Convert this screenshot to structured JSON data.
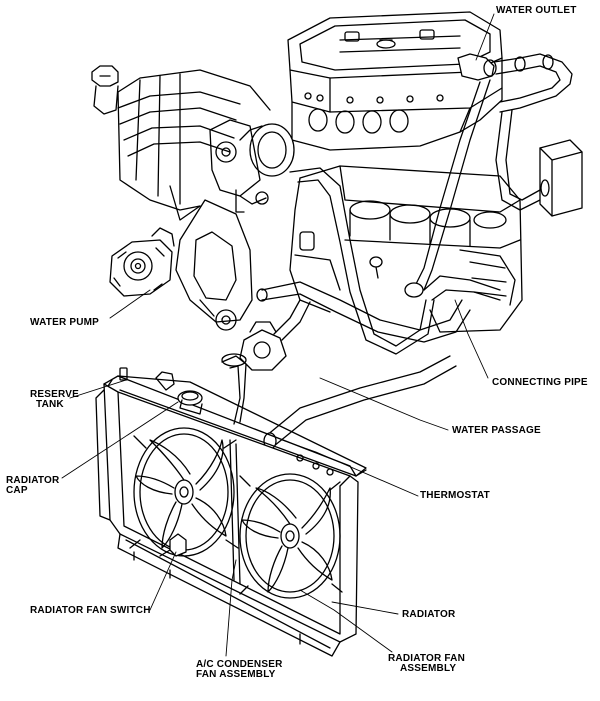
{
  "labels": {
    "water_outlet": "WATER OUTLET",
    "water_pump": "WATER PUMP",
    "reserve_tank_1": "RESERVE",
    "reserve_tank_2": "TANK",
    "radiator_cap_1": "RADIATOR",
    "radiator_cap_2": "CAP",
    "connecting_pipe": "CONNECTING PIPE",
    "water_passage": "WATER PASSAGE",
    "thermostat": "THERMOSTAT",
    "radiator_fan_switch": "RADIATOR FAN SWITCH",
    "radiator": "RADIATOR",
    "ac_condenser_1": "A/C CONDENSER",
    "ac_condenser_2": "FAN ASSEMBLY",
    "radiator_fan_1": "RADIATOR FAN",
    "radiator_fan_2": "ASSEMBLY"
  },
  "colors": {
    "line": "#000000",
    "background": "#ffffff"
  }
}
